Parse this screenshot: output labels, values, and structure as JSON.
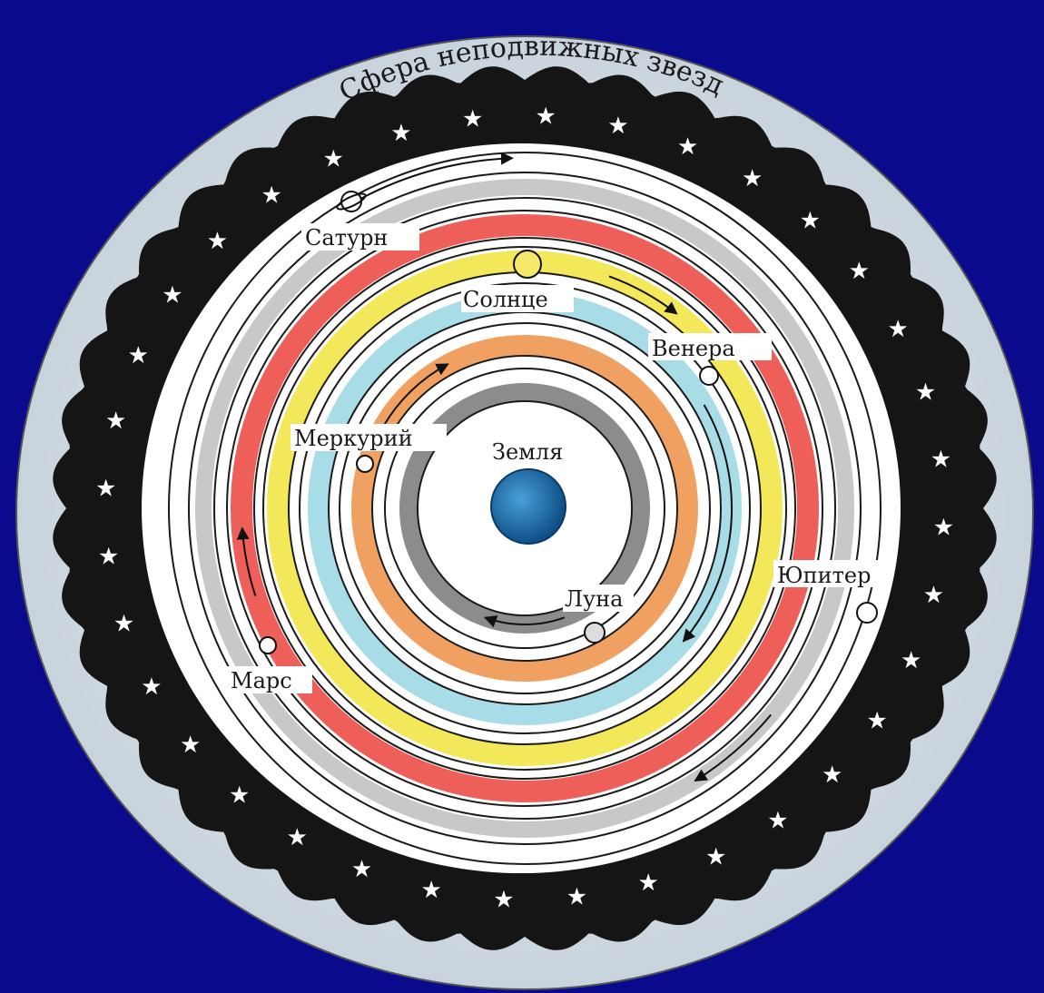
{
  "sphere_label": "Сфера неподвижных звезд",
  "bodies": [
    {
      "key": "earth",
      "label": "Земля"
    },
    {
      "key": "moon",
      "label": "Луна"
    },
    {
      "key": "mercury",
      "label": "Меркурий"
    },
    {
      "key": "venus",
      "label": "Венера"
    },
    {
      "key": "sun",
      "label": "Солнце"
    },
    {
      "key": "mars",
      "label": "Марс"
    },
    {
      "key": "jupiter",
      "label": "Юпитер"
    },
    {
      "key": "saturn",
      "label": "Сатурн"
    }
  ],
  "colors": {
    "background": "#0a0a8c",
    "stars_band": "#151515",
    "outer_sky": "#d4dde4",
    "earth": "#1c6aa8",
    "moon_orbit": "#8c8c8c",
    "mercury_orbit": "#f0a060",
    "venus_orbit": "#a8dde8",
    "sun_orbit": "#f3e85a",
    "mars_orbit": "#ee5f5a",
    "jupiter_orbit": "#c8c8c8",
    "saturn_orbit": "#ffffff"
  }
}
